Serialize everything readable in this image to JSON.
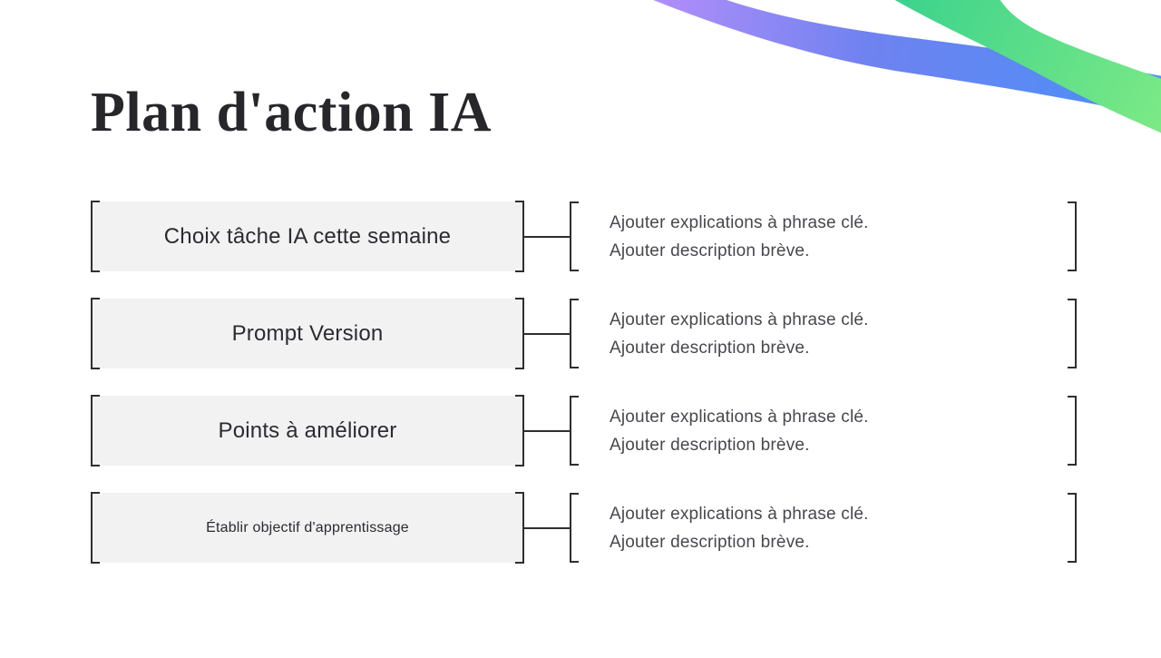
{
  "slide": {
    "title": "Plan d'action IA"
  },
  "rows": [
    {
      "label": "Choix tâche IA cette semaine",
      "notes": [
        "Ajouter explications à phrase clé.",
        "Ajouter description brève."
      ]
    },
    {
      "label": "Prompt Version",
      "notes": [
        "Ajouter explications à phrase clé.",
        "Ajouter description brève."
      ]
    },
    {
      "label": "Points à améliorer",
      "notes": [
        "Ajouter explications à phrase clé.",
        "Ajouter description brève."
      ]
    },
    {
      "label": "Établir objectif d'apprentissage",
      "notes": [
        "Ajouter explications à phrase clé.",
        "Ajouter description brève."
      ]
    }
  ],
  "colors": {
    "background": "#ffffff",
    "box_fill": "#f2f2f2",
    "bracket_stroke": "#2e2e33",
    "title_text": "#26262b",
    "box_text": "#2b2b31",
    "note_text": "#47474d",
    "ribbon_purple_blue": [
      "#b78ffa",
      "#6e82f0",
      "#4a90f6"
    ],
    "ribbon_green": [
      "#35d08e",
      "#7eea85"
    ]
  }
}
